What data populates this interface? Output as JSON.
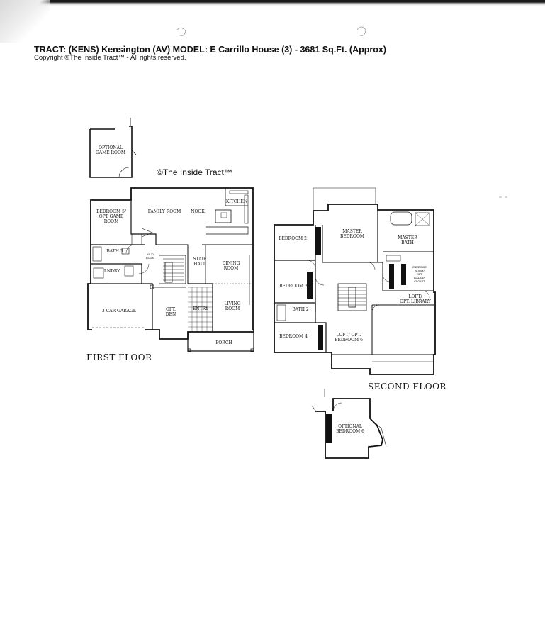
{
  "header": {
    "title": "TRACT: (KENS) Kensington (AV)   MODEL: E Carrillo House (3)  -  3681 Sq.Ft. (Approx)",
    "copyright": "Copyright  ©The Inside Tract™ - All rights reserved."
  },
  "watermark": "©The Inside Tract™",
  "floors": {
    "first": "FIRST FLOOR",
    "second": "SECOND FLOOR"
  },
  "rooms": {
    "optional_game_room": [
      "OPTIONAL",
      "GAME ROOM"
    ],
    "bedroom5": [
      "BEDROOM 5/",
      "OPT GAME",
      "ROOM"
    ],
    "family_room": "FAMILY ROOM",
    "nook": "NOOK",
    "kitchen": "KITCHEN",
    "bath3": "BATH 3",
    "mud_room": [
      "MUD",
      "ROOM"
    ],
    "lndry": "LNDRY",
    "stair_hall": [
      "STAIR",
      "HALL"
    ],
    "dining_room": [
      "DINING",
      "ROOM"
    ],
    "three_car_garage": "3-CAR GARAGE",
    "opt_den": [
      "OPT.",
      "DEN"
    ],
    "entry": "ENTRY",
    "living_room": [
      "LIVING",
      "ROOM"
    ],
    "porch": "PORCH",
    "bedroom2": "BEDROOM 2",
    "master_bedroom": [
      "MASTER",
      "BEDROOM"
    ],
    "master_bath": [
      "MASTER",
      "BATH"
    ],
    "exercise_room": [
      "EXERCISE",
      "ROOM/",
      "OPT",
      "WALK-IN",
      "CLOSET"
    ],
    "bedroom3": "BEDROOM 3",
    "bath2": "BATH 2",
    "loft_opt_library": [
      "LOFT/",
      "OPT. LIBRARY"
    ],
    "bedroom4": "BEDROOM 4",
    "loft_opt_bedroom6": [
      "LOFT/ OPT.",
      "BEDROOM 6"
    ],
    "optional_bedroom6": [
      "OPTIONAL",
      "BEDROOM 6"
    ]
  }
}
